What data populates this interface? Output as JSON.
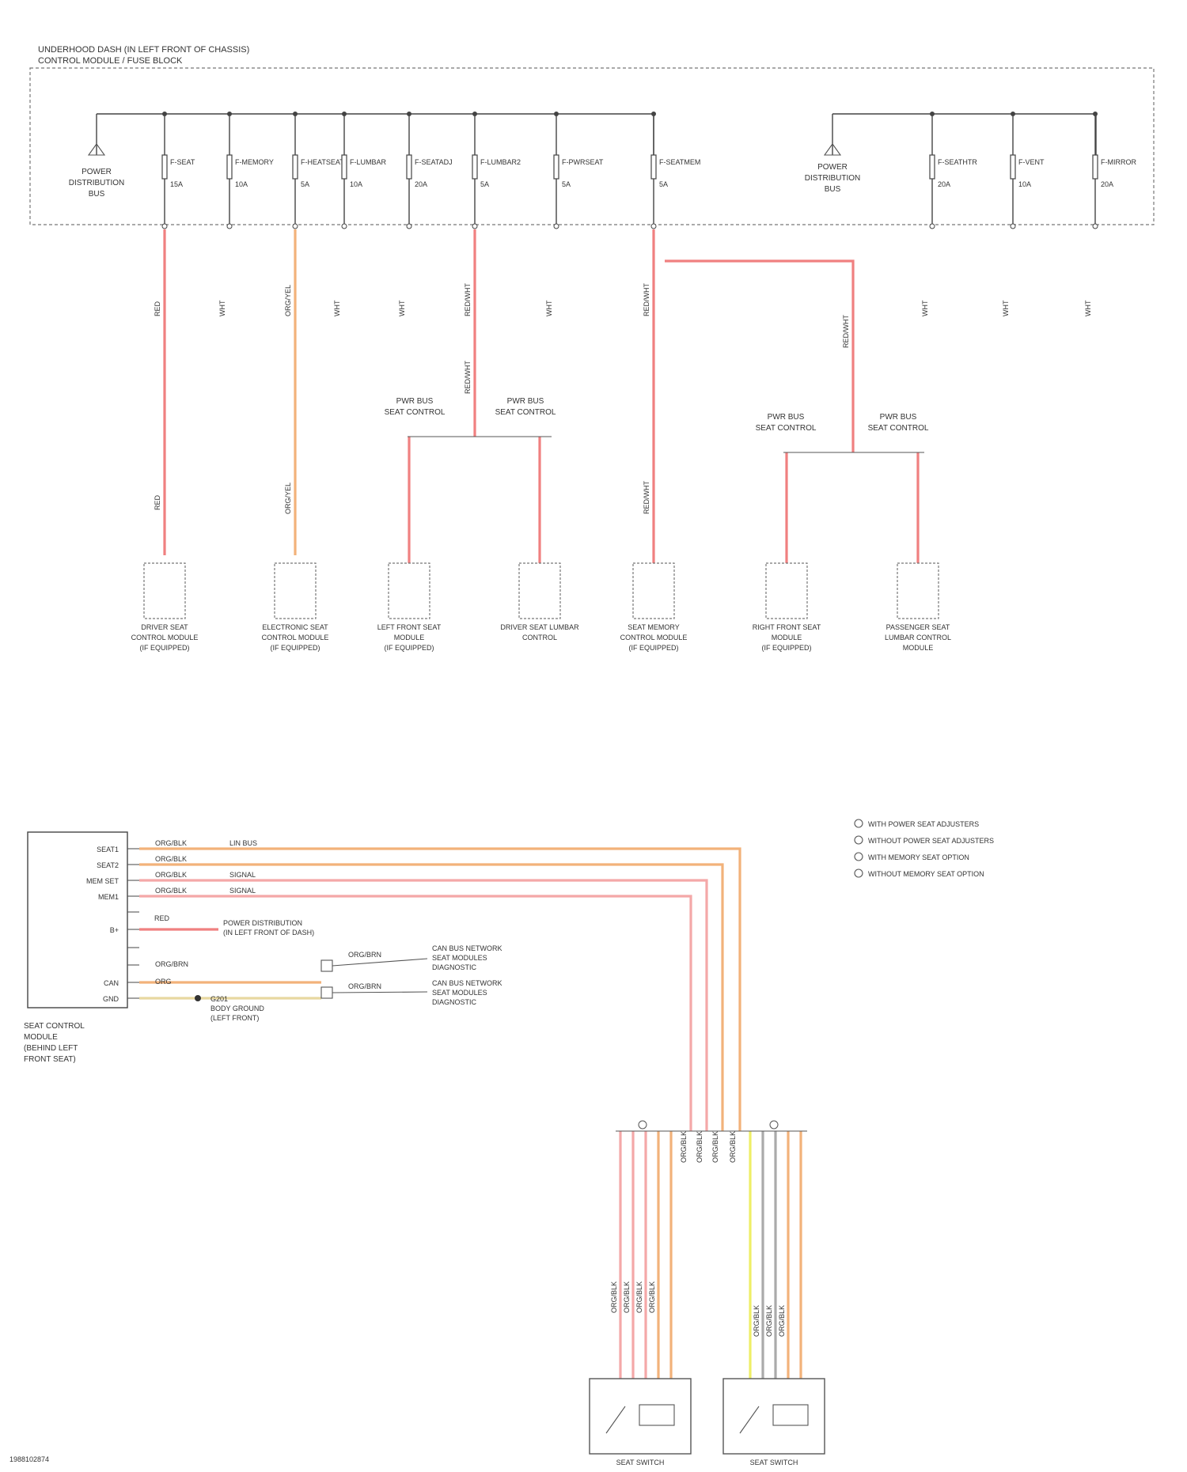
{
  "colors": {
    "red": "#f08080",
    "orange": "#f2b27a",
    "pink": "#f4a8a8",
    "yellow": "#eeee66",
    "gray": "#aaaaaa",
    "wire_dark": "#555555"
  },
  "header": {
    "title_line1": "UNDERHOOD DASH (IN LEFT FRONT OF CHASSIS)",
    "title_line2": "CONTROL MODULE / FUSE BLOCK"
  },
  "fuse_block": {
    "left_label": [
      "POWER",
      "DISTRIBUTION",
      "BUS"
    ],
    "right_label": [
      "POWER",
      "DISTRIBUTION",
      "BUS"
    ],
    "fuses": [
      {
        "name": "F-SEAT",
        "rating": "15A",
        "wire": "RED",
        "color": "red"
      },
      {
        "name": "F-MEMORY",
        "rating": "10A",
        "wire": "WHT",
        "color": "gray"
      },
      {
        "name": "F-HEATSEAT",
        "rating": "5A",
        "wire": "ORG/YEL",
        "color": "orange"
      },
      {
        "name": "F-LUMBAR",
        "rating": "10A",
        "wire": "WHT",
        "color": "gray"
      },
      {
        "name": "F-SEATADJ",
        "rating": "20A",
        "wire": "WHT",
        "color": "gray"
      },
      {
        "name": "F-LUMBAR2",
        "rating": "5A",
        "wire": "RED/WHT",
        "color": "red"
      },
      {
        "name": "F-PWRSEAT",
        "rating": "5A",
        "wire": "WHT",
        "color": "gray"
      },
      {
        "name": "F-SEATMEM",
        "rating": "5A",
        "wire": "RED/WHT",
        "color": "red"
      },
      {
        "name": "F-SEATHTR",
        "rating": "20A",
        "wire": "WHT",
        "color": "gray"
      },
      {
        "name": "F-VENT",
        "rating": "10A",
        "wire": "WHT",
        "color": "gray"
      },
      {
        "name": "F-MIRROR",
        "rating": "20A",
        "wire": "WHT",
        "color": "gray"
      }
    ]
  },
  "splices": {
    "left": {
      "a": "PWR BUS",
      "b": "SEAT CONTROL"
    },
    "right": {
      "a": "PWR BUS",
      "b": "SEAT CONTROL"
    }
  },
  "components": [
    {
      "name": "DRIVER SEAT CONTROL MODULE",
      "note": "(IF EQUIPPED)"
    },
    {
      "name": "ELECTRONIC SEAT CONTROL MODULE",
      "note": "(IF EQUIPPED)"
    },
    {
      "name": "LEFT FRONT SEAT MODULE",
      "note": "(IF EQUIPPED)"
    },
    {
      "name": "DRIVER SEAT LUMBAR CONTROL",
      "note": ""
    },
    {
      "name": "SEAT MEMORY CONTROL MODULE",
      "note": "(IF EQUIPPED)"
    },
    {
      "name": "RIGHT FRONT SEAT MODULE",
      "note": "(IF EQUIPPED)"
    },
    {
      "name": "PASSENGER SEAT LUMBAR CONTROL MODULE",
      "note": ""
    }
  ],
  "notes": [
    "WITH POWER SEAT ADJUSTERS",
    "WITHOUT POWER SEAT ADJUSTERS",
    "WITH MEMORY SEAT OPTION",
    "WITHOUT MEMORY SEAT OPTION"
  ],
  "module": {
    "name": [
      "SEAT CONTROL",
      "MODULE",
      "(BEHIND LEFT",
      "FRONT SEAT)"
    ],
    "pins": [
      "SEAT1",
      "SEAT2",
      "MEM SET",
      "MEM1",
      "",
      "B+",
      "",
      "",
      "CAN",
      "GND"
    ],
    "wire_labels": [
      "ORG/BLK",
      "ORG/BLK",
      "ORG/BLK",
      "ORG/BLK"
    ],
    "wire_signals": [
      "LIN BUS",
      "",
      "SIGNAL",
      "SIGNAL"
    ],
    "bplus_wire": "RED",
    "bplus_target": [
      "POWER DISTRIBUTION",
      "(IN LEFT FRONT OF DASH)"
    ],
    "can_wires": [
      "ORG/BRN",
      "ORG"
    ],
    "can_splice_labels": [
      "ORG/BRN",
      "ORG/BRN"
    ],
    "can_targets": [
      [
        "CAN BUS NETWORK",
        "SEAT MODULES",
        "DIAGNOSTIC"
      ],
      [
        "CAN BUS NETWORK",
        "SEAT MODULES",
        "DIAGNOSTIC"
      ]
    ],
    "ground": [
      "G201",
      "BODY GROUND",
      "(LEFT FRONT)"
    ]
  },
  "switches": [
    {
      "name": "SEAT SWITCH"
    },
    {
      "name": "SEAT SWITCH"
    }
  ],
  "footer": "1988102874"
}
